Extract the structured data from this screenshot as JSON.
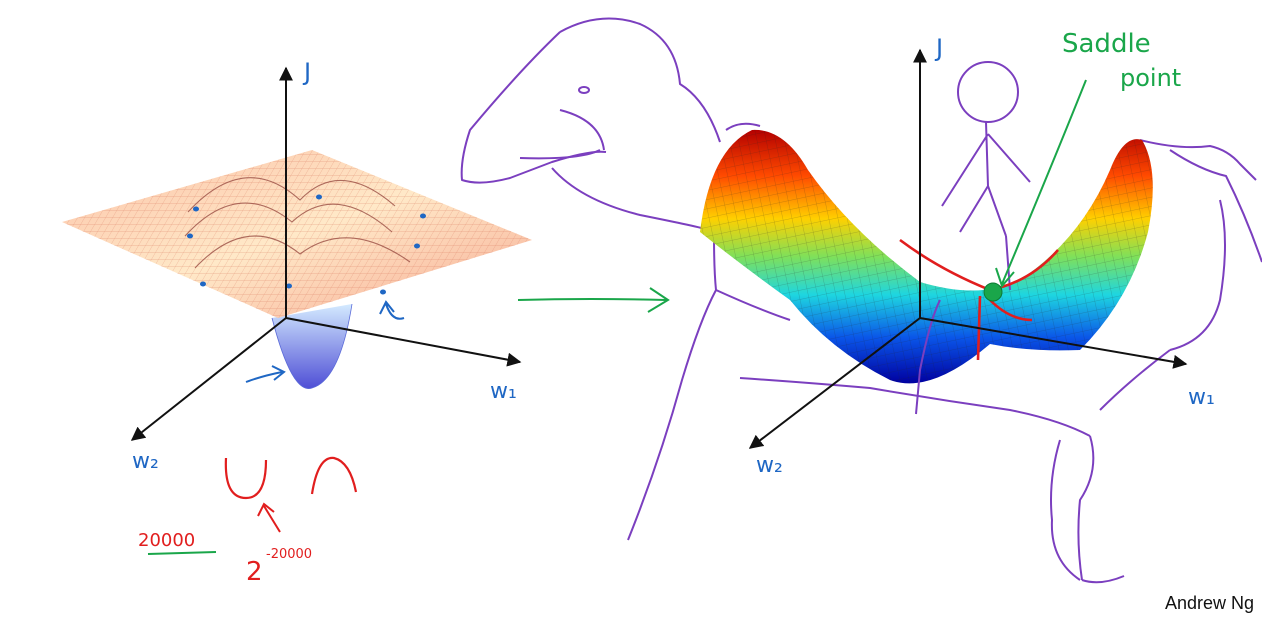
{
  "left_plot": {
    "axis_j": "J",
    "axis_w1": "w₁",
    "axis_w2": "w₂"
  },
  "right_plot": {
    "axis_j": "J",
    "axis_w1": "w₁",
    "axis_w2": "w₂",
    "annotation_line1": "Saddle",
    "annotation_line2": "point"
  },
  "notes": {
    "count": "20000",
    "base": "2",
    "exponent": "-20000"
  },
  "credit": "Andrew Ng",
  "colors": {
    "axis": "#111111",
    "blue_ink": "#1f67c4",
    "red_ink": "#e11e1e",
    "green_ink": "#1aa64a",
    "purple_ink": "#7b3fbf",
    "mesh_orange": "#f2a07a"
  }
}
